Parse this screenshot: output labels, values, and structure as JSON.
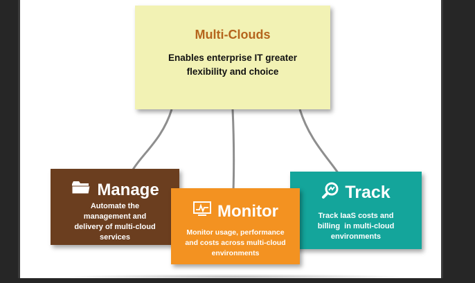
{
  "top": {
    "title": "Multi-Clouds",
    "subtitle_line1": "Enables enterprise IT greater",
    "subtitle_line2": "flexibility and choice"
  },
  "manage": {
    "title": "Manage",
    "icon": "folder-icon",
    "lines": [
      "Automate the",
      "management and",
      "delivery of multi-cloud",
      "services"
    ]
  },
  "monitor": {
    "title": "Monitor",
    "icon": "chart-monitor-icon",
    "lines": [
      "Monitor usage, performance",
      "and costs across multi-cloud",
      "environments"
    ]
  },
  "track": {
    "title": "Track",
    "icon": "magnifier-icon",
    "lines": [
      "Track IaaS costs and",
      "billing  in multi-cloud",
      "environments"
    ]
  },
  "colors": {
    "top_box": "#f2f2b4",
    "title_orange": "#b5651d",
    "manage": "#6b3e1f",
    "monitor": "#f39221",
    "track": "#14a59b"
  }
}
